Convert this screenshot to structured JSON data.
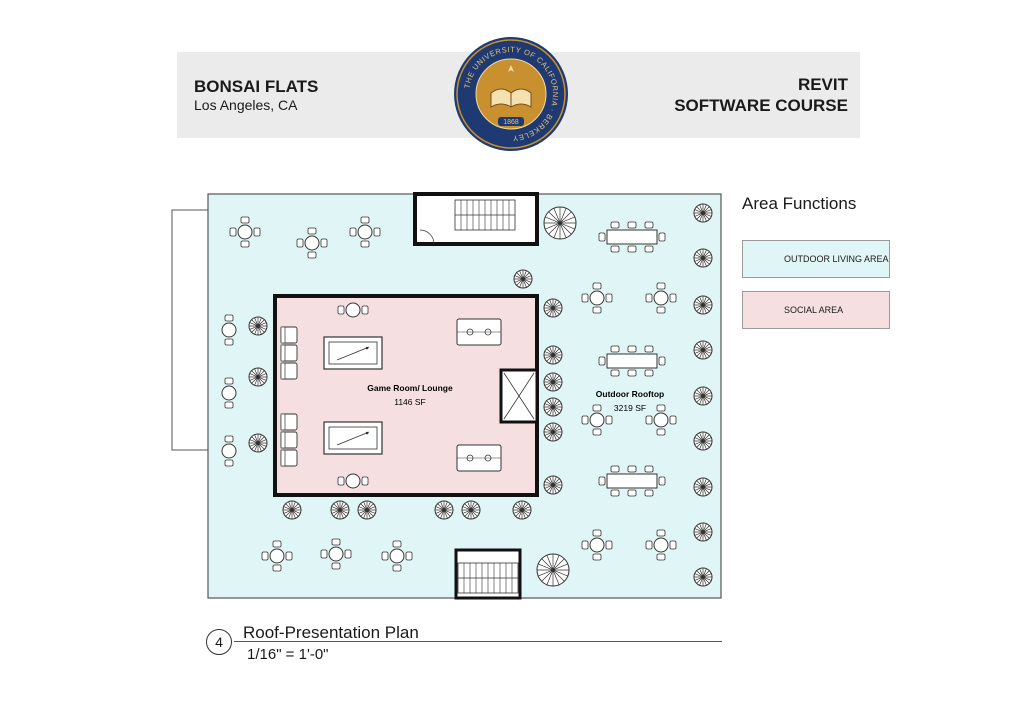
{
  "header": {
    "project_name": "BONSAI FLATS",
    "project_location": "Los Angeles, CA",
    "course_line1": "REVIT",
    "course_line2": "SOFTWARE COURSE"
  },
  "seal": {
    "ring_text": "THE UNIVERSITY OF CALIFORNIA · BERKELEY",
    "year": "1868",
    "colors": {
      "ring": "#1f3a72",
      "gold": "#c8902e"
    }
  },
  "plan": {
    "rooms": [
      {
        "name": "Game Room/ Lounge",
        "area": "1146 SF",
        "color": "#f6dfe1"
      },
      {
        "name": "Outdoor Rooftop",
        "area": "3219 SF",
        "color": "#e0f5f5"
      }
    ]
  },
  "legend": {
    "title": "Area Functions",
    "items": [
      {
        "label": "OUTDOOR LIVING AREA",
        "color": "#e0f5f5"
      },
      {
        "label": "SOCIAL AREA",
        "color": "#f6dfe1"
      }
    ]
  },
  "view_title": {
    "number": "4",
    "name": "Roof-Presentation Plan",
    "scale": "1/16\" = 1'-0\""
  }
}
